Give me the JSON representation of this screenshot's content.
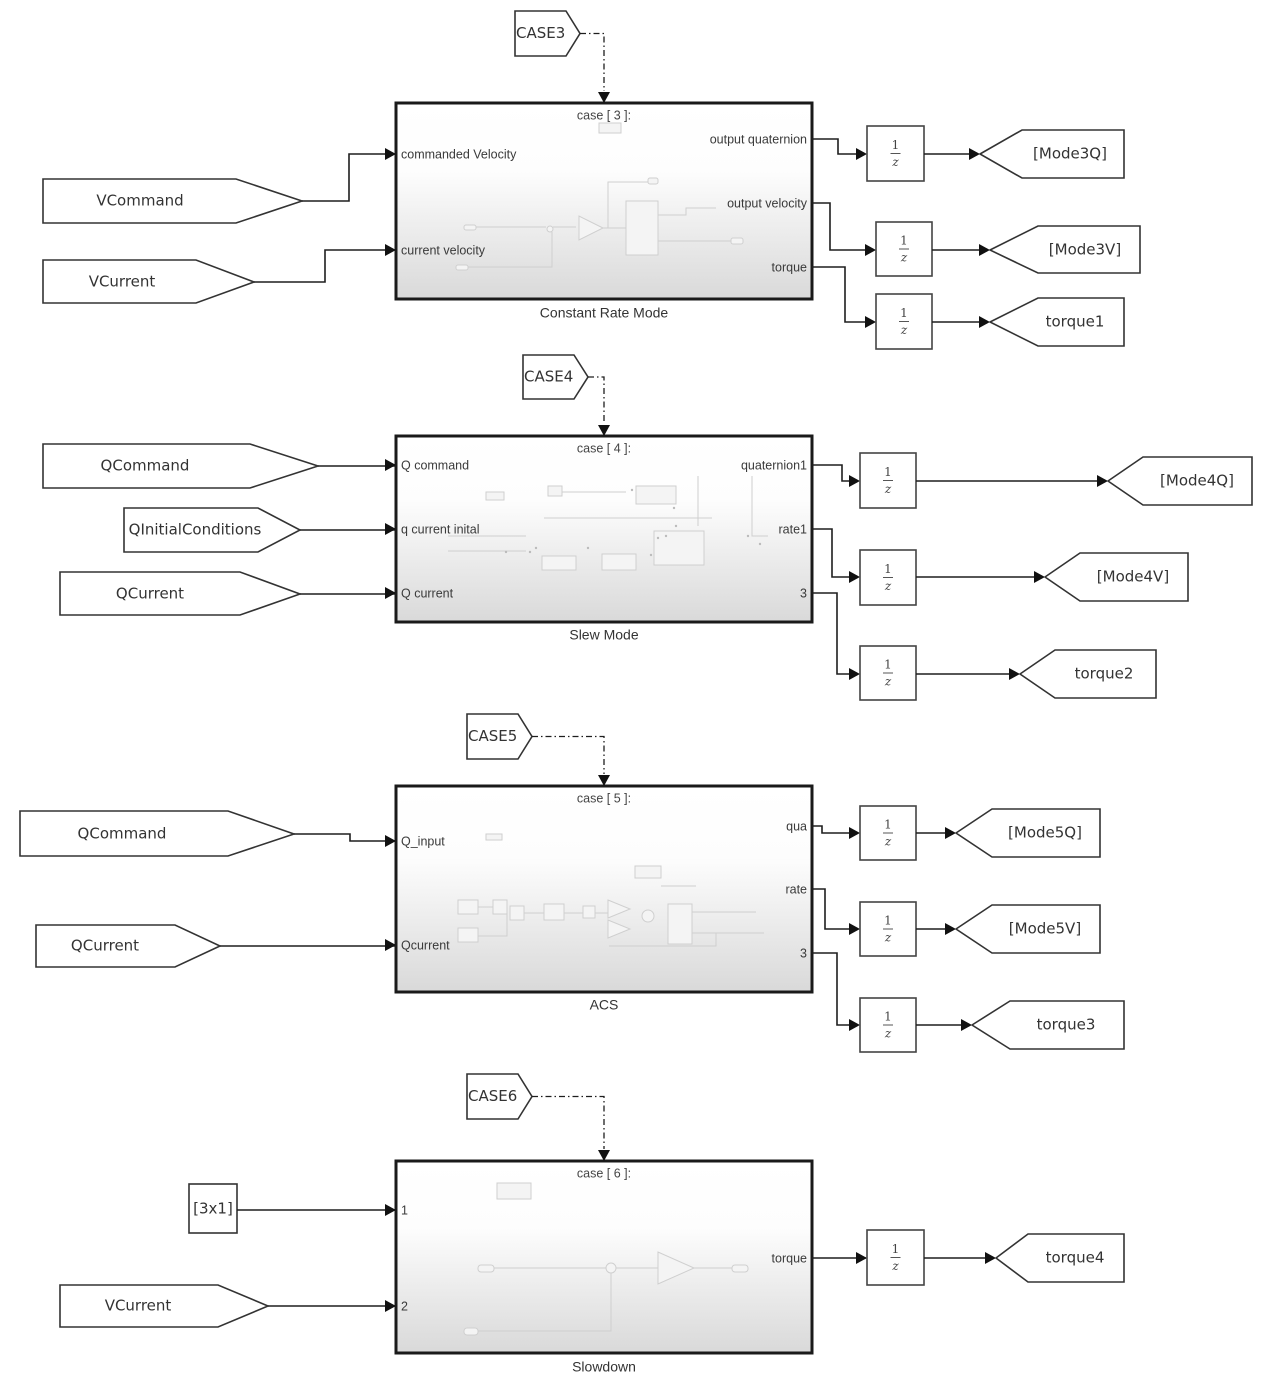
{
  "diagram": {
    "type": "simulink-switch-case-subsystems",
    "blocks": [
      {
        "name": "Constant Rate Mode",
        "case_label": "case [ 3 ]:",
        "case_tag": "CASE3",
        "inputs": [
          {
            "port_label": "commanded Velocity",
            "source_tag": "VCommand"
          },
          {
            "port_label": "current velocity",
            "source_tag": "VCurrent"
          }
        ],
        "outputs": [
          {
            "port_label": "output quaternion",
            "delay": {
              "num": "1",
              "den": "z"
            },
            "goto_tag": "[Mode3Q]"
          },
          {
            "port_label": "output velocity",
            "delay": {
              "num": "1",
              "den": "z"
            },
            "goto_tag": "[Mode3V]"
          },
          {
            "port_label": "torque",
            "delay": {
              "num": "1",
              "den": "z"
            },
            "goto_tag": "torque1"
          }
        ]
      },
      {
        "name": "Slew Mode",
        "case_label": "case [ 4 ]:",
        "case_tag": "CASE4",
        "inputs": [
          {
            "port_label": "Q command",
            "source_tag": "QCommand"
          },
          {
            "port_label": "q current inital",
            "source_tag": "QInitialConditions"
          },
          {
            "port_label": "Q current",
            "source_tag": "QCurrent"
          }
        ],
        "outputs": [
          {
            "port_label": "quaternion1",
            "delay": {
              "num": "1",
              "den": "z"
            },
            "goto_tag": "[Mode4Q]"
          },
          {
            "port_label": "rate1",
            "delay": {
              "num": "1",
              "den": "z"
            },
            "goto_tag": "[Mode4V]"
          },
          {
            "port_label": "3",
            "delay": {
              "num": "1",
              "den": "z"
            },
            "goto_tag": "torque2"
          }
        ]
      },
      {
        "name": "ACS",
        "case_label": "case [ 5 ]:",
        "case_tag": "CASE5",
        "inputs": [
          {
            "port_label": "Q_input",
            "source_tag": "QCommand"
          },
          {
            "port_label": "Qcurrent",
            "source_tag": "QCurrent"
          }
        ],
        "outputs": [
          {
            "port_label": "qua",
            "delay": {
              "num": "1",
              "den": "z"
            },
            "goto_tag": "[Mode5Q]"
          },
          {
            "port_label": "rate",
            "delay": {
              "num": "1",
              "den": "z"
            },
            "goto_tag": "[Mode5V]"
          },
          {
            "port_label": "3",
            "delay": {
              "num": "1",
              "den": "z"
            },
            "goto_tag": "torque3"
          }
        ]
      },
      {
        "name": "Slowdown",
        "case_label": "case [ 6 ]:",
        "case_tag": "CASE6",
        "inputs": [
          {
            "port_label": "1",
            "source_tag": "[3x1]",
            "source_kind": "constant"
          },
          {
            "port_label": "2",
            "source_tag": "VCurrent"
          }
        ],
        "outputs": [
          {
            "port_label": "torque",
            "delay": {
              "num": "1",
              "den": "z"
            },
            "goto_tag": "torque4"
          }
        ]
      }
    ]
  }
}
